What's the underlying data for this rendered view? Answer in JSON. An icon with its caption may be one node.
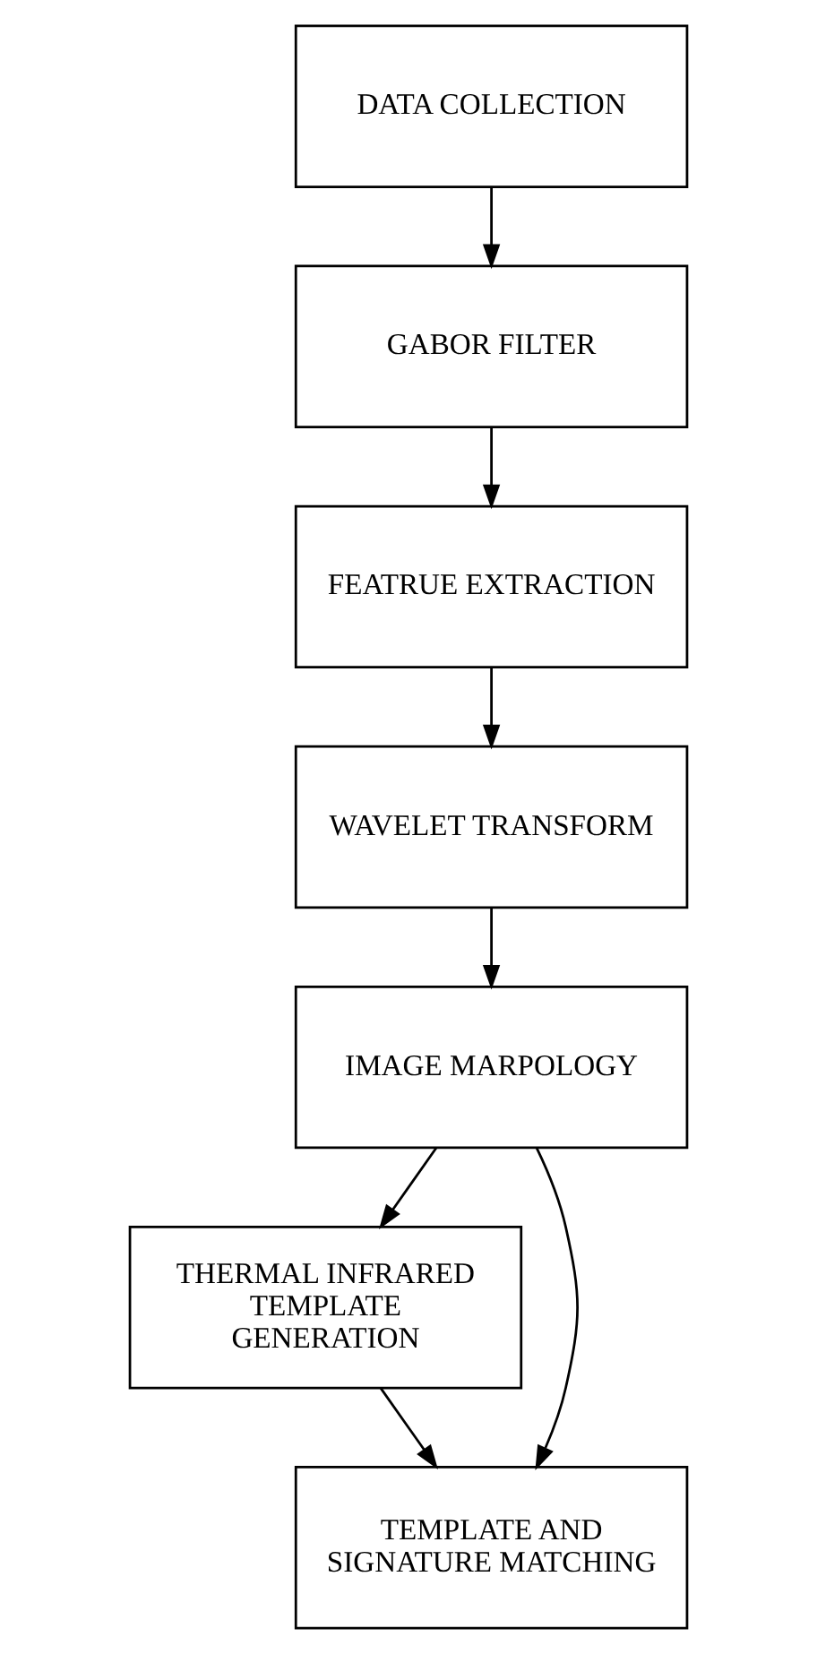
{
  "diagram": {
    "nodes": [
      {
        "text": [
          "DATA COLLECTION"
        ]
      },
      {
        "text": [
          "GABOR FILTER"
        ]
      },
      {
        "text": [
          "FEATRUE EXTRACTION"
        ]
      },
      {
        "text": [
          "WAVELET TRANSFORM"
        ]
      },
      {
        "text": [
          "IMAGE MARPOLOGY"
        ]
      },
      {
        "text": [
          "THERMAL INFRARED TEMPLATE GENERATION"
        ]
      },
      {
        "text": [
          "TEMPLATE AND SIGNATURE MATCHING"
        ]
      }
    ],
    "edges": [
      {
        "from": 0,
        "to": 1,
        "arrow": "to"
      },
      {
        "from": 1,
        "to": 2,
        "arrow": "to"
      },
      {
        "from": 2,
        "to": 3,
        "arrow": "to"
      },
      {
        "from": 3,
        "to": 4,
        "arrow": "to"
      },
      {
        "from": 4,
        "to": 5,
        "arrow": "to"
      },
      {
        "from": 4,
        "to": 6,
        "arrow": "to"
      },
      {
        "from": 5,
        "to": 6,
        "arrow": "to"
      }
    ]
  }
}
